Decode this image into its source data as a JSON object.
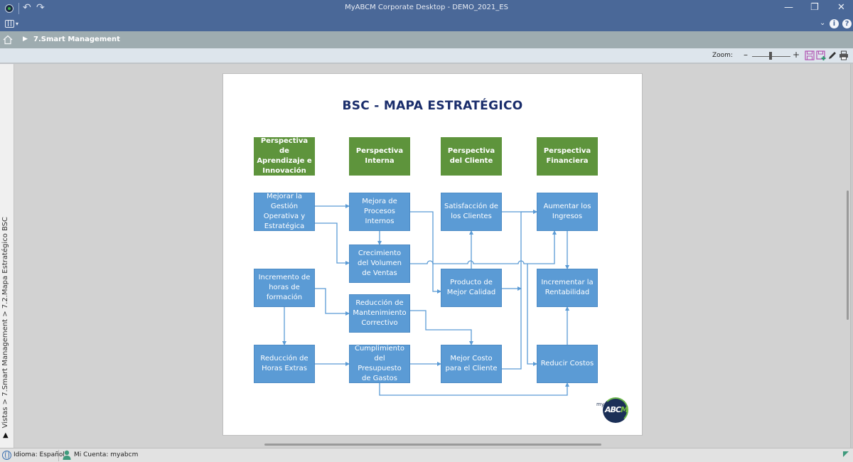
{
  "window": {
    "title": "MyABCM Corporate Desktop - DEMO_2021_ES",
    "undo_icon": "undo-icon",
    "redo_icon": "redo-icon",
    "minimize": "—",
    "restore": "❐",
    "close": "✕"
  },
  "ribbon": {
    "layout_icon": "layout-panels-icon",
    "collapse": "⌄",
    "info": "i",
    "help": "?"
  },
  "breadcrumb": {
    "home_icon": "home-icon",
    "arrow": "▶",
    "current": "7.Smart Management"
  },
  "toolbar": {
    "zoom_label": "Zoom:",
    "zoom_minus": "–",
    "zoom_plus": "+",
    "zoom_level_percent": 50,
    "icons": [
      "save-icon",
      "save-as-icon",
      "edit-pencil-icon",
      "print-icon"
    ]
  },
  "side_path": {
    "text": "Vistas > 7.Smart Management > 7.2.Mapa Estratégico BSC",
    "collapse_arrow": "▲"
  },
  "diagram": {
    "title": "BSC - MAPA ESTRATÉGICO",
    "perspectives": [
      {
        "id": "p1",
        "label": "Perspectiva de Aprendizaje e Innovación"
      },
      {
        "id": "p2",
        "label": "Perspectiva Interna"
      },
      {
        "id": "p3",
        "label": "Perspectiva del Cliente"
      },
      {
        "id": "p4",
        "label": "Perspectiva Financiera"
      }
    ],
    "objectives": [
      {
        "id": "mejorar_gestion",
        "label": "Mejorar la Gestión Operativa y Estratégica"
      },
      {
        "id": "mejora_procesos",
        "label": "Mejora de Procesos Internos"
      },
      {
        "id": "satisfaccion",
        "label": "Satisfacción de los Clientes"
      },
      {
        "id": "aumentar_ingresos",
        "label": "Aumentar los Ingresos"
      },
      {
        "id": "crecimiento",
        "label": "Crecimiento del Volumen de Ventas"
      },
      {
        "id": "incremento_horas",
        "label": "Incremento de horas de formación"
      },
      {
        "id": "producto_calidad",
        "label": "Producto de Mejor Calidad"
      },
      {
        "id": "rentabilidad",
        "label": "Incrementar la Rentabilidad"
      },
      {
        "id": "reduccion_mant",
        "label": "Reducción de Mantenimiento Correctivo"
      },
      {
        "id": "reduccion_horas",
        "label": "Reducción de Horas Extras"
      },
      {
        "id": "cumplimiento",
        "label": "Cumplimiento del Presupuesto de Gastos"
      },
      {
        "id": "mejor_costo",
        "label": "Mejor Costo para el Cliente"
      },
      {
        "id": "reducir_costos",
        "label": "Reducir Costos"
      }
    ],
    "links": [
      [
        "mejorar_gestion",
        "mejora_procesos"
      ],
      [
        "mejorar_gestion",
        "crecimiento"
      ],
      [
        "mejora_procesos",
        "crecimiento"
      ],
      [
        "mejora_procesos",
        "producto_calidad"
      ],
      [
        "crecimiento",
        "aumentar_ingresos"
      ],
      [
        "producto_calidad",
        "satisfaccion"
      ],
      [
        "producto_calidad",
        "aumentar_ingresos"
      ],
      [
        "satisfaccion",
        "aumentar_ingresos"
      ],
      [
        "aumentar_ingresos",
        "rentabilidad"
      ],
      [
        "incremento_horas",
        "reduccion_mant"
      ],
      [
        "incremento_horas",
        "reduccion_horas"
      ],
      [
        "reduccion_mant",
        "mejor_costo"
      ],
      [
        "reduccion_horas",
        "cumplimiento"
      ],
      [
        "cumplimiento",
        "mejor_costo"
      ],
      [
        "cumplimiento",
        "reducir_costos"
      ],
      [
        "mejor_costo",
        "aumentar_ingresos"
      ],
      [
        "crecimiento",
        "reducir_costos"
      ],
      [
        "reducir_costos",
        "rentabilidad"
      ]
    ],
    "logo": {
      "prefix": "my",
      "main": "ABC",
      "accent": "M"
    }
  },
  "statusbar": {
    "language": "Idioma: Español",
    "account": "Mi Cuenta: myabcm"
  },
  "colors": {
    "titlebar": "#4a6898",
    "perspective_green": "#5e943c",
    "objective_blue": "#5b9bd5",
    "title_navy": "#1a2d6b",
    "connector": "#5b9bd5"
  }
}
